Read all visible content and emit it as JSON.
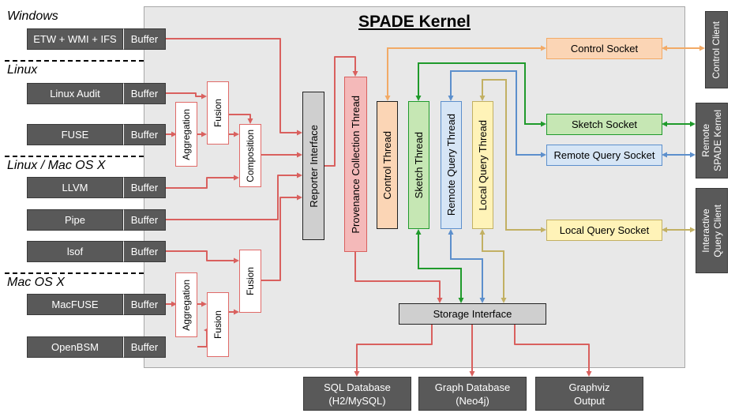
{
  "kernel_title": "SPADE Kernel",
  "platforms": {
    "windows": "Windows",
    "linux": "Linux",
    "linux_mac": "Linux / Mac OS X",
    "mac": "Mac OS X"
  },
  "reporters": {
    "etw": "ETW + WMI + IFS",
    "linux_audit": "Linux Audit",
    "fuse": "FUSE",
    "llvm": "LLVM",
    "pipe": "Pipe",
    "lsof": "lsof",
    "macfuse": "MacFUSE",
    "openbsm": "OpenBSM"
  },
  "buffer_label": "Buffer",
  "filters": {
    "aggregation": "Aggregation",
    "fusion": "Fusion",
    "composition": "Composition"
  },
  "reporter_interface": "Reporter Interface",
  "provenance_thread": "Provenance Collection Thread",
  "threads": {
    "control": "Control Thread",
    "sketch": "Sketch Thread",
    "remote_query": "Remote Query Thread",
    "local_query": "Local Query Thread"
  },
  "sockets": {
    "control": "Control Socket",
    "sketch": "Sketch Socket",
    "remote_query": "Remote Query Socket",
    "local_query": "Local Query Socket"
  },
  "external": {
    "control_client": "Control Client",
    "remote_kernel_1": "Remote",
    "remote_kernel_2": "SPADE Kernel",
    "query_client_1": "Interactive",
    "query_client_2": "Query Client"
  },
  "storage_interface": "Storage Interface",
  "storages": {
    "sql_1": "SQL Database",
    "sql_2": "(H2/MySQL)",
    "graph_1": "Graph Database",
    "graph_2": "(Neo4j)",
    "graphviz_1": "Graphviz",
    "graphviz_2": "Output"
  },
  "colors": {
    "red": "#d9605e",
    "orange": "#f2aa66",
    "green": "#1f9a2b",
    "blue": "#5c8fcc",
    "yellow": "#c2b063",
    "orange_fill": "#fbd5b5",
    "green_fill": "#c6e7b4",
    "blue_fill": "#d6e5f5",
    "yellow_fill": "#fff3b8",
    "pink_fill": "#f4b9b9",
    "gray_fill": "#cfcfcf",
    "dark_fill": "#595959"
  }
}
